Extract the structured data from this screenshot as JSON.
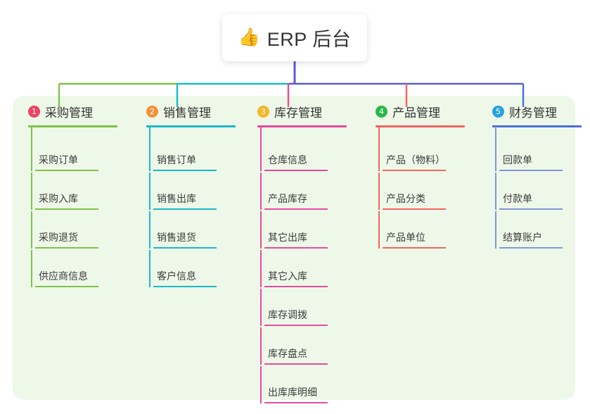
{
  "title": {
    "icon": "thumbs-up-icon",
    "emoji": "👍",
    "text": "ERP 后台"
  },
  "theme": {
    "panel_bg": "#eef8e9",
    "page_bg": "#ffffff",
    "title_text": "#333333",
    "leaf_text": "#3b3b3b",
    "stem_purple": "#5b5bd6"
  },
  "columns": [
    {
      "number": "1",
      "label": "采购管理",
      "badge_color": "#ec4462",
      "rule_color": "#7ec24a",
      "line_color": "#7ec24a",
      "items": [
        "采购订单",
        "采购入库",
        "采购退货",
        "供应商信息"
      ]
    },
    {
      "number": "2",
      "label": "销售管理",
      "badge_color": "#f3913a",
      "rule_color": "#1cb9c4",
      "line_color": "#1cb9c4",
      "items": [
        "销售订单",
        "销售出库",
        "销售退货",
        "客户信息"
      ]
    },
    {
      "number": "3",
      "label": "库存管理",
      "badge_color": "#f6b728",
      "rule_color": "#e84b9c",
      "line_color": "#e84b9c",
      "items": [
        "仓库信息",
        "产品库存",
        "其它出库",
        "其它入库",
        "库存调拨",
        "库存盘点",
        "出库库明细"
      ]
    },
    {
      "number": "4",
      "label": "产品管理",
      "badge_color": "#2bb64a",
      "rule_color": "#f4645f",
      "line_color": "#f4645f",
      "items": [
        "产品（物料）",
        "产品分类",
        "产品单位"
      ]
    },
    {
      "number": "5",
      "label": "财务管理",
      "badge_color": "#29a3e0",
      "rule_color": "#4a6fd4",
      "line_color": "#8296d8",
      "items": [
        "回款单",
        "付款单",
        "结算账户"
      ]
    }
  ]
}
